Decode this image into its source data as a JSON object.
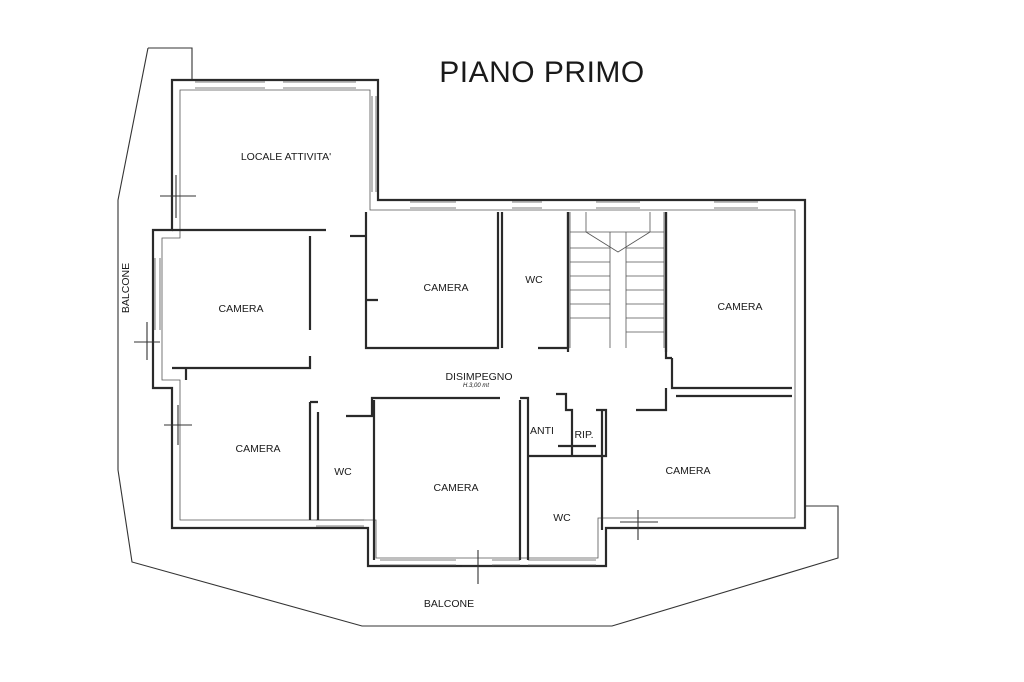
{
  "plan": {
    "title": "PIANO PRIMO",
    "rooms": [
      {
        "label": "LOCALE ATTIVITA'"
      },
      {
        "label": "CAMERA"
      },
      {
        "label": "WC"
      },
      {
        "label": "CAMERA"
      },
      {
        "label": "CAMERA"
      },
      {
        "label": "DISIMPEGNO"
      },
      {
        "label": "CAMERA"
      },
      {
        "label": "WC"
      },
      {
        "label": "CAMERA"
      },
      {
        "label": "ANTI"
      },
      {
        "label": "RIP."
      },
      {
        "label": "WC"
      },
      {
        "label": "CAMERA"
      }
    ],
    "height_note": "H.3,00 mt",
    "balconies": [
      {
        "label": "BALCONE"
      },
      {
        "label": "BALCONE"
      }
    ]
  }
}
